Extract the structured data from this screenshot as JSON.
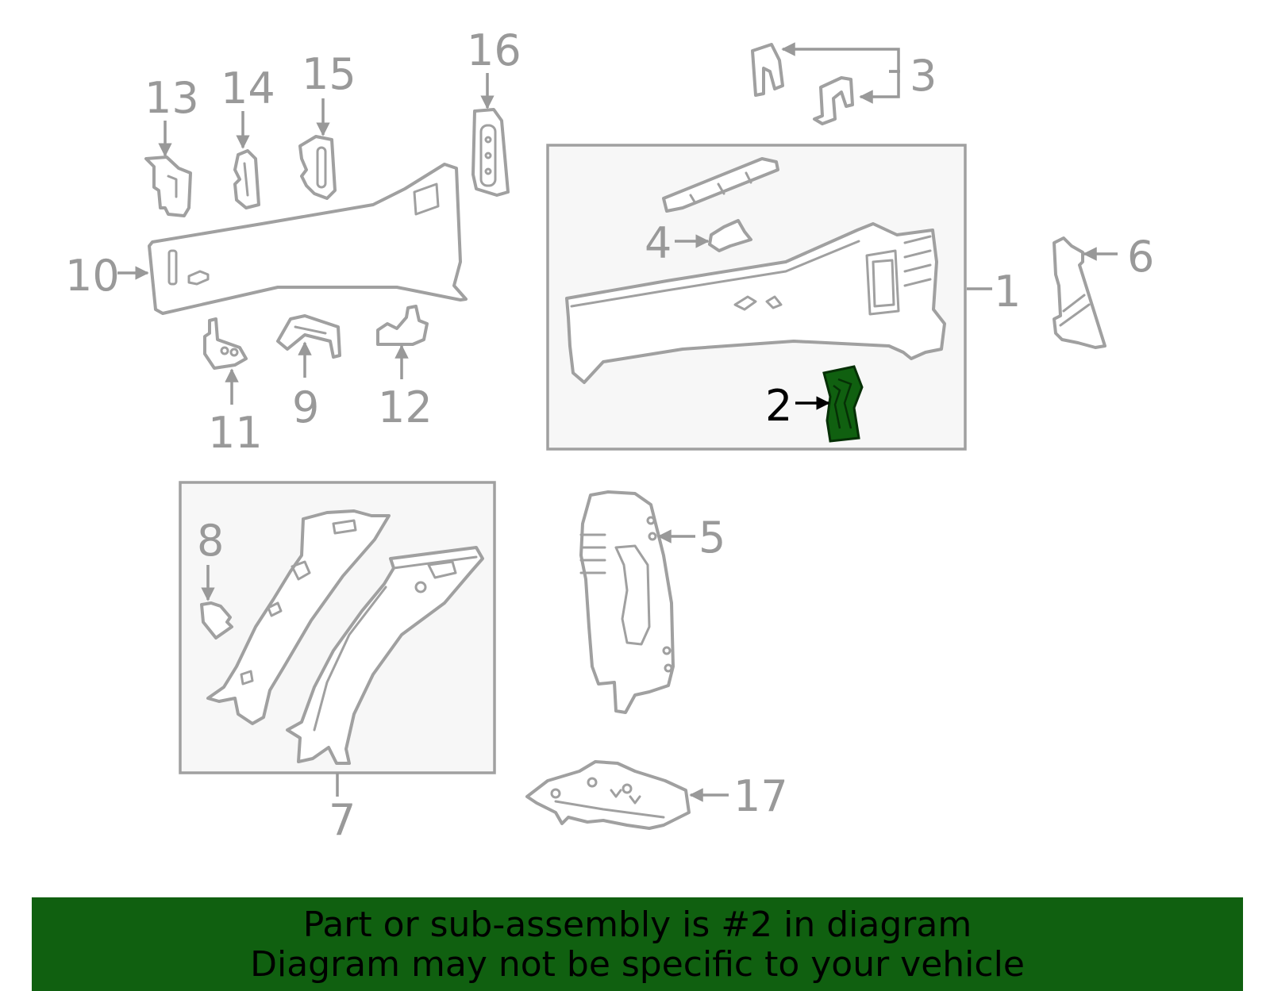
{
  "diagram": {
    "callouts": {
      "n1": "1",
      "n2": "2",
      "n3": "3",
      "n4": "4",
      "n5": "5",
      "n6": "6",
      "n7": "7",
      "n8": "8",
      "n9": "9",
      "n10": "10",
      "n11": "11",
      "n12": "12",
      "n13": "13",
      "n14": "14",
      "n15": "15",
      "n16": "16",
      "n17": "17"
    },
    "highlighted_part": "2",
    "colors": {
      "line": "#a0a0a0",
      "label": "#999999",
      "highlight": "#106010",
      "frame_fill": "#f7f7f7"
    }
  },
  "banner": {
    "line1": "Part or sub-assembly is #2 in diagram",
    "line2": "Diagram may not be specific to your vehicle"
  }
}
